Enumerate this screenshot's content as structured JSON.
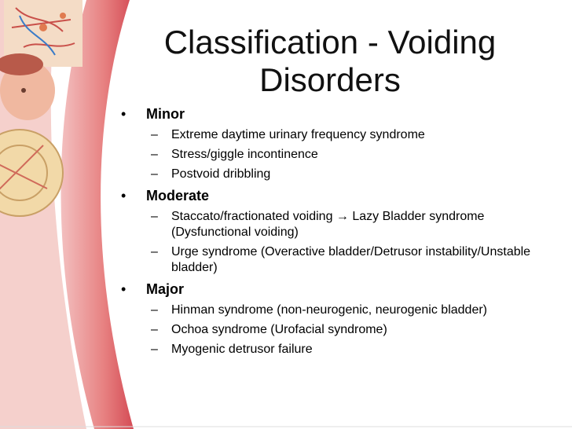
{
  "slide": {
    "title_line1": "Classification - Voiding",
    "title_line2": "Disorders",
    "bullet_glyph": "•",
    "dash_glyph": "–",
    "sections": [
      {
        "label": "Minor",
        "items": [
          "Extreme daytime urinary frequency syndrome",
          "Stress/giggle incontinence",
          "Postvoid dribbling"
        ]
      },
      {
        "label": "Moderate",
        "items": [
          "Staccato/fractionated voiding → Lazy Bladder syndrome (Dysfunctional voiding)",
          "Urge syndrome (Overactive bladder/Detrusor instability/Unstable bladder)"
        ]
      },
      {
        "label": "Major",
        "items": [
          "Hinman syndrome (non-neurogenic, neurogenic bladder)",
          "Ochoa syndrome (Urofacial syndrome)",
          "Myogenic detrusor failure"
        ]
      }
    ]
  },
  "theme": {
    "swoosh_color": "#d9545f",
    "swoosh_light": "#f4b5b5",
    "panel_bg": "#f7d9c9"
  }
}
